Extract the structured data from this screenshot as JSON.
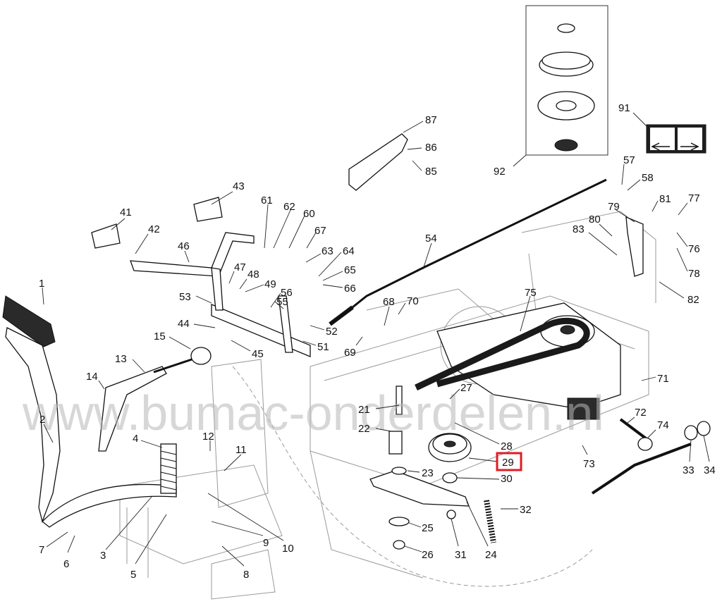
{
  "watermark": "www.bumac-onderdelen.nl",
  "highlight_color": "#e21b23",
  "highlighted_part": "29",
  "parts": [
    "1",
    "2",
    "3",
    "4",
    "5",
    "6",
    "7",
    "8",
    "9",
    "10",
    "11",
    "12",
    "13",
    "14",
    "15",
    "21",
    "22",
    "23",
    "24",
    "25",
    "26",
    "27",
    "28",
    "29",
    "30",
    "31",
    "32",
    "33",
    "34",
    "41",
    "42",
    "43",
    "44",
    "45",
    "46",
    "47",
    "48",
    "49",
    "51",
    "52",
    "53",
    "54",
    "55",
    "56",
    "57",
    "58",
    "60",
    "61",
    "62",
    "63",
    "64",
    "65",
    "66",
    "67",
    "68",
    "69",
    "70",
    "71",
    "72",
    "73",
    "74",
    "75",
    "76",
    "77",
    "78",
    "79",
    "80",
    "81",
    "82",
    "83",
    "85",
    "86",
    "87",
    "91",
    "92"
  ]
}
